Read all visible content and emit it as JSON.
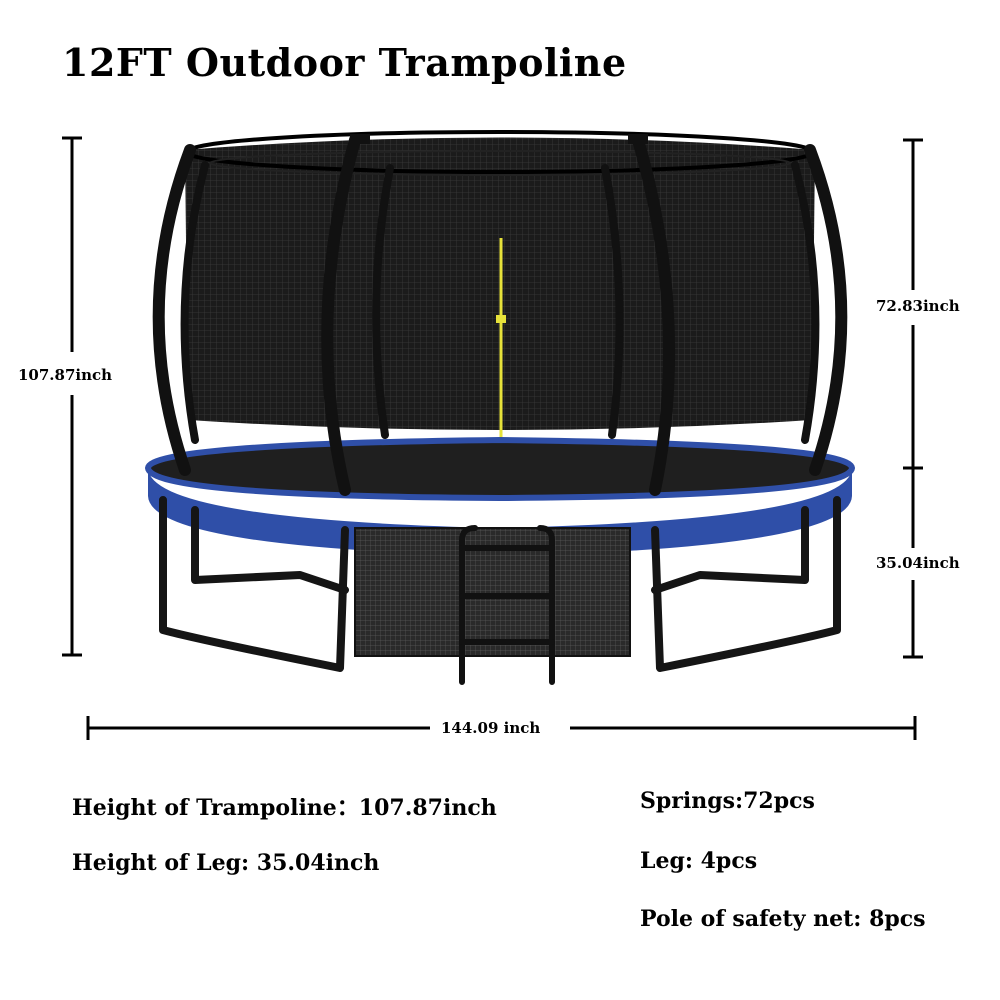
{
  "title": "12FT Outdoor Trampoline",
  "dimensions": {
    "total_height": "107.87inch",
    "net_height": "72.83inch",
    "leg_height": "35.04inch",
    "diameter": "144.09 inch"
  },
  "specs_left": {
    "height_of_trampoline": "Height of Trampoline：107.87inch",
    "height_of_leg": "Height of Leg: 35.04inch"
  },
  "specs_right": {
    "springs": "Springs:72pcs",
    "leg": "Leg: 4pcs",
    "pole": "Pole of safety net: 8pcs"
  },
  "colors": {
    "pad_blue": "#2f4fa8",
    "frame_black": "#111111",
    "zipper_yellow": "#e6e23a"
  }
}
